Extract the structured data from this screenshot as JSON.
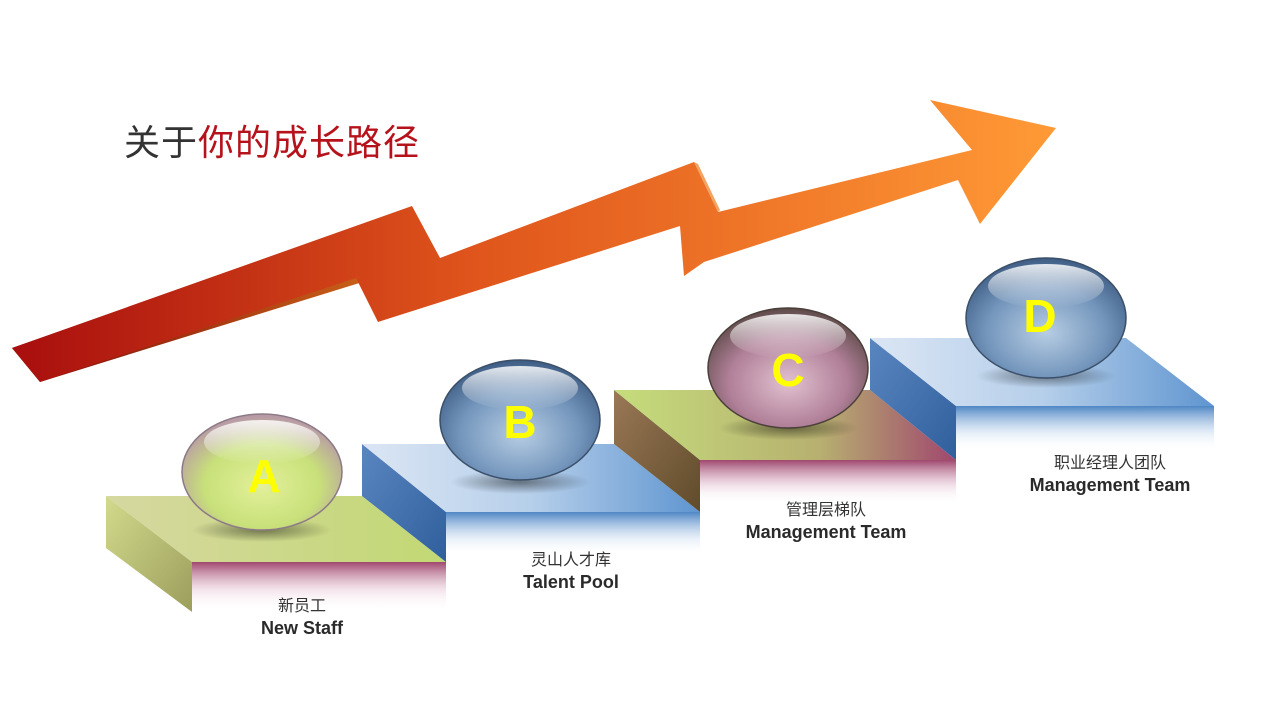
{
  "title": {
    "prefix": "关于",
    "highlight": "你的成长路径"
  },
  "steps": [
    {
      "letter": "A",
      "name_cn": "新员工",
      "name_en": "New Staff",
      "ball_color": "#c8e07a"
    },
    {
      "letter": "B",
      "name_cn": "灵山人才库",
      "name_en": "Talent Pool",
      "ball_color": "#6f93b9"
    },
    {
      "letter": "C",
      "name_cn": "管理层梯队",
      "name_en": "Management Team",
      "ball_color": "#a06b86"
    },
    {
      "letter": "D",
      "name_cn": "职业经理人团队",
      "name_en": "Management Team",
      "ball_color": "#6f93b9"
    }
  ],
  "colors": {
    "letter": "#ffff00",
    "arrow_start": "#b4140f",
    "arrow_end": "#ff9a33",
    "title_highlight": "#b5121b"
  }
}
